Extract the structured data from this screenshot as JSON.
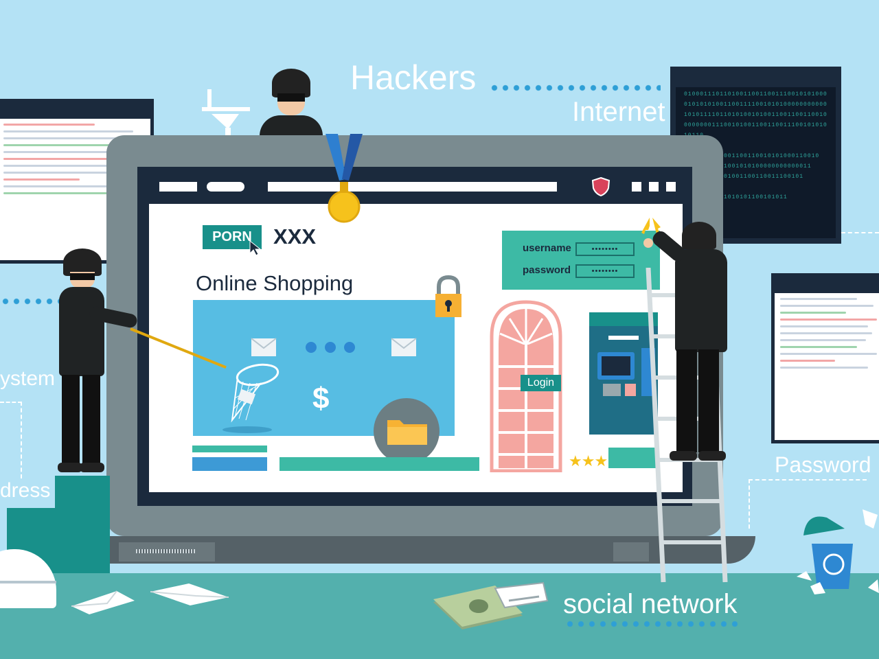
{
  "headline": "Hackers",
  "words": {
    "internet": "Internet",
    "system": "ystem",
    "address": "dress",
    "password": "Password",
    "social_network": "social network"
  },
  "browser": {
    "badge": "PORN",
    "badge_suffix": "XXX",
    "title": "Online Shopping",
    "currency_symbol": "$",
    "rating": "★★★",
    "login_button": "Login"
  },
  "login_form": {
    "username_label": "username",
    "username_value": "••••••••",
    "password_label": "password",
    "password_value": "••••••••"
  },
  "colors": {
    "sky": "#b4e2f5",
    "floor": "#53b0ad",
    "teal": "#18908a",
    "dark_navy": "#1b2a3d",
    "screen_blue": "#57bde3",
    "door_pink": "#f4a6a0",
    "gold": "#f6c21c"
  },
  "icons": [
    "lock-icon",
    "envelope-icon",
    "folder-icon",
    "dollar-icon",
    "shield-icon",
    "medal-icon",
    "keys-icon",
    "recycle-icon",
    "mouse-cursor-icon",
    "atm-icon",
    "butterfly-net-icon",
    "mousetrap-icon"
  ]
}
